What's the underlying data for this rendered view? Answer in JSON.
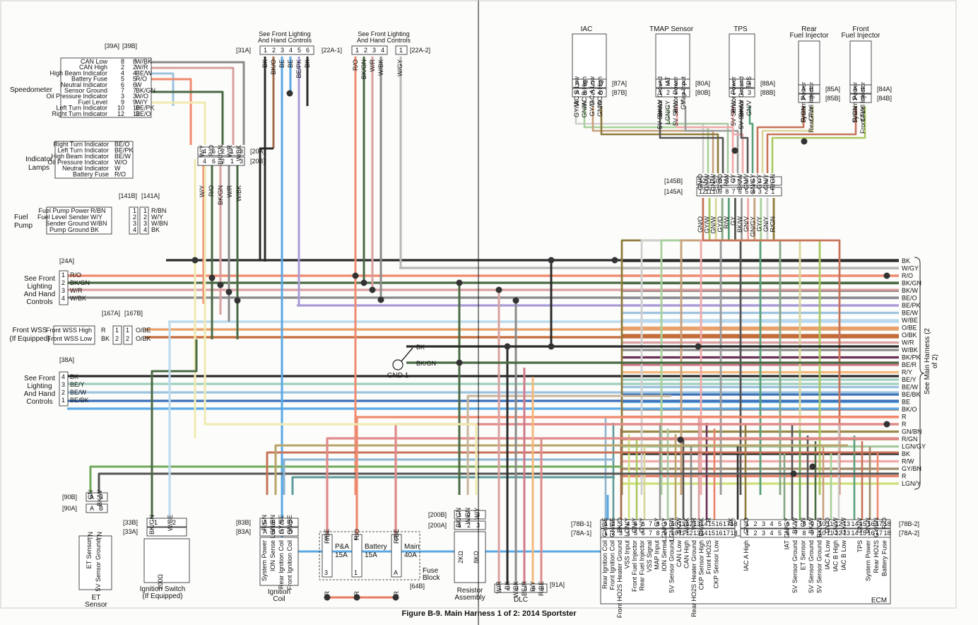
{
  "caption": "Figure B-9. Main Harness 1 of 2: 2014 Sportster",
  "right_label": "See Main Harness (2 of 2)",
  "components": {
    "speedometer": "Speedometer",
    "indicator_lamps": [
      "Indicator",
      "Lamps"
    ],
    "fuel_pump": [
      "Fuel",
      "Pump"
    ],
    "front_lighting_24a": [
      "See Front",
      "Lighting",
      "And Hand",
      "Controls"
    ],
    "front_wss": [
      "Front WSS",
      "(If Equipped)"
    ],
    "front_lighting_38a": [
      "See Front",
      "Lighting",
      "And Hand",
      "Controls"
    ],
    "et_sensor": [
      "ET",
      "Sensor"
    ],
    "ignition_switch": [
      "Ignition Switch",
      "(If Equipped)"
    ],
    "ignition_coil": [
      "Ignition",
      "Coil"
    ],
    "fuse_block": [
      "Fuse",
      "Block"
    ],
    "resistor_assembly": [
      "Resistor",
      "Assembly"
    ],
    "dlc": "DLC",
    "gnd1": "GND 1",
    "ecm": "ECM",
    "iac": "IAC",
    "tmap": "TMAP Sensor",
    "tps": "TPS",
    "rear_fuel_injector": [
      "Rear",
      "Fuel Injector"
    ],
    "front_fuel_injector": [
      "Front",
      "Fuel Injector"
    ],
    "front_lighting_top1": [
      "See Front Lighting",
      "And Hand Controls"
    ],
    "front_lighting_top2": [
      "See Front Lighting",
      "And Hand Controls"
    ]
  },
  "connectors": {
    "c39": [
      "[39A]",
      "[39B]"
    ],
    "c31a": "[31A]",
    "c22a1": "[22A-1]",
    "c22a2": "[22A-2]",
    "c20": [
      "[20A]",
      "[20B]"
    ],
    "c141": [
      "[141B]",
      "[141A]"
    ],
    "c24a": "[24A]",
    "c167": [
      "[167A]",
      "[167B]"
    ],
    "c38a": "[38A]",
    "c90": [
      "[90B]",
      "[90A]"
    ],
    "c33": [
      "[33B]",
      "[33A]"
    ],
    "c83": [
      "[83B]",
      "[83A]"
    ],
    "c64b": "[64B]",
    "c200": [
      "[200B]",
      "[200A]"
    ],
    "c91a": "[91A]",
    "c78_1": [
      "[78B-1]",
      "[78A-1]"
    ],
    "c78_2": [
      "[78B-2]",
      "[78A-2]"
    ],
    "c145": [
      "[145B]",
      "[145A]"
    ],
    "c87": [
      "[87A]",
      "[87B]"
    ],
    "c80": [
      "[80A]",
      "[80B]"
    ],
    "c88": [
      "[88A]",
      "[88B]"
    ],
    "c85": [
      "[85A]",
      "[85B]"
    ],
    "c84": [
      "[84A]",
      "[84B]"
    ]
  },
  "speedo_pins": [
    {
      "name": "CAN Low",
      "pin": "8",
      "wire": "W/BK"
    },
    {
      "name": "CAN High",
      "pin": "2",
      "wire": "W/R"
    },
    {
      "name": "High Beam Indicator",
      "pin": "4",
      "wire": "BE/W"
    },
    {
      "name": "Battery Fuse",
      "pin": "5",
      "wire": "R/O"
    },
    {
      "name": "Neutral Indicator",
      "pin": "6",
      "wire": "W"
    },
    {
      "name": "Sensor Ground",
      "pin": "7",
      "wire": "BK/GN"
    },
    {
      "name": "Oil Pressure Indicator",
      "pin": "3",
      "wire": "W/O"
    },
    {
      "name": "Fuel Level",
      "pin": "9",
      "wire": "W/Y"
    },
    {
      "name": "Left Turn Indicator",
      "pin": "10",
      "wire": "BE/PK"
    },
    {
      "name": "Right Turn Indicator",
      "pin": "12",
      "wire": "BE/O"
    }
  ],
  "indicator_pins": [
    {
      "name": "Right Turn Indicator",
      "wire": "BE/O"
    },
    {
      "name": "Left Turn Indicator",
      "wire": "BE/PK"
    },
    {
      "name": "High Beam Indicator",
      "wire": "BE/W"
    },
    {
      "name": "Oil Pressure Indicator",
      "wire": "W/O"
    },
    {
      "name": "Neutral Indicator",
      "wire": "W"
    },
    {
      "name": "Battery Fuse",
      "wire": "R/O"
    }
  ],
  "fuel_pump_pins": [
    {
      "name": "Fuel Pump Power",
      "pin": "1",
      "wire": "R/BN"
    },
    {
      "name": "Fuel Level Sender",
      "pin": "2",
      "wire": "W/Y"
    },
    {
      "name": "Sender Ground",
      "pin": "3",
      "wire": "W/BN"
    },
    {
      "name": "Pump Ground",
      "pin": "4",
      "wire": "BK"
    }
  ],
  "c24a_pins": [
    {
      "pin": "1",
      "wire": "R/O"
    },
    {
      "pin": "2",
      "wire": "BK/GN"
    },
    {
      "pin": "3",
      "wire": "W/R"
    },
    {
      "pin": "4",
      "wire": "W/BK"
    }
  ],
  "wss_pins": [
    {
      "name": "Front WSS High",
      "wire": "R",
      "pin": "1",
      "out": "O/BE"
    },
    {
      "name": "Front WSS Low",
      "wire": "BK",
      "pin": "2",
      "out": "O/BK"
    }
  ],
  "c38a_pins": [
    {
      "pin": "4",
      "wire": "BK"
    },
    {
      "pin": "3",
      "wire": "BE/Y"
    },
    {
      "pin": "2",
      "wire": "BE/W"
    },
    {
      "pin": "1",
      "wire": "BE/BK"
    }
  ],
  "c20_top": [
    "W/Y",
    "R/O",
    "BK/GN",
    "W/R",
    "W/BK"
  ],
  "c20_pins": [
    "4",
    "6",
    "2",
    "1",
    "3"
  ],
  "c31a_pins": [
    "1",
    "2",
    "3",
    "4",
    "5",
    "6"
  ],
  "c31a_wires": [
    "BK",
    "BK/O",
    "BE",
    "BE",
    "BE/PK",
    "BK"
  ],
  "c22a1_pins": [
    "1",
    "2",
    "3",
    "4"
  ],
  "c22a1_wires": [
    "R/O",
    "BK/GN",
    "W/R",
    "W/BK"
  ],
  "c22a2_pin": "1",
  "c22a2_wire": "W/GY",
  "iac_pins": [
    "IAC B Low",
    "IAC B High",
    "IAC A Low",
    "IAC A High"
  ],
  "iac_letters": [
    "A",
    "B",
    "C",
    "D"
  ],
  "iac_wires": [
    "GY/W",
    "GN/W",
    "GY/O",
    "GN/O"
  ],
  "tmap_pins": [
    "5V Sensor Ground",
    "IAT",
    "5V Sensor Power",
    "Map Input"
  ],
  "tmap_nums": [
    "1",
    "2",
    "3",
    "4"
  ],
  "tmap_wires": [
    "BK/W",
    "LGN/GY",
    "R/W",
    "GY"
  ],
  "tps_pins": [
    "5V Sensor Power",
    "5V Sensor Ground",
    "TPS"
  ],
  "tps_nums": [
    "1",
    "2",
    "3"
  ],
  "tps_wires": [
    "R/W",
    "BK/W",
    "GN/V"
  ],
  "rfi_pins": [
    "System Power",
    "Rear Fuel Injector"
  ],
  "rfi_wires": [
    "R/GN",
    "GY/Y"
  ],
  "ffi_pins": [
    "System Power",
    "Front Fuel Injector"
  ],
  "ffi_wires": [
    "R/GN",
    "GN/Y"
  ],
  "ab": [
    "A",
    "B"
  ],
  "c145_nums": [
    "12",
    "11",
    "10",
    "9",
    "8",
    "7",
    "6",
    "5",
    "4",
    "3",
    "2",
    "1"
  ],
  "c145_top": [
    "GN/O",
    "GY/W",
    "GN/W",
    "GY/O",
    "R/W",
    "GY",
    "BK/W",
    "GN/V",
    "GN/GY",
    "GY/Y",
    "GN/Y",
    "R/GN"
  ],
  "right_wires": [
    "BK",
    "W/GY",
    "R/O",
    "BK/GN",
    "BK/W",
    "BE/O",
    "BE/PK",
    "BE/W",
    "W/BE",
    "O/BE",
    "O/BK",
    "W/R",
    "W/BK",
    "BK/PK",
    "BE/R",
    "R/Y",
    "BE/Y",
    "BE/W",
    "BE/BK",
    "BE",
    "BK/O",
    "R",
    "R",
    "GN/BN",
    "R/GN",
    "LGN/GY",
    "BK",
    "R/W",
    "GY/BN",
    "R",
    "LGN/Y"
  ],
  "gnd_wires": [
    "BK",
    "BK/GN"
  ],
  "et_pins": [
    "ET Sensor",
    "5V Sensor Ground"
  ],
  "et_wires": [
    "TN",
    "TN"
  ],
  "et_top": [
    "GN",
    "BK/W"
  ],
  "ign_switch_pins": [
    "1",
    "2"
  ],
  "ign_switch_wires": [
    "BK/GN",
    "W/BE"
  ],
  "ign_switch_res": "200Ω",
  "ign_coil_pins": [
    "System Power",
    "ION Sense",
    "Rear Ignition Coil",
    "Front Ignition Coil"
  ],
  "ign_coil_wires": [
    "R/GN",
    "LGN/BN",
    "GY/BE",
    "GN/BE"
  ],
  "abcd": [
    "A",
    "B",
    "C",
    "D"
  ],
  "fuses": [
    {
      "name": "P&A",
      "amp": "15A",
      "top": "4",
      "bot": "3",
      "wire": "R/BE"
    },
    {
      "name": "Battery",
      "amp": "15A",
      "top": "2",
      "bot": "1",
      "wire": "R/O"
    },
    {
      "name": "Main",
      "amp": "40A",
      "top": "B",
      "bot": "A",
      "wire": "R/BE"
    }
  ],
  "fuse_bottom": "R",
  "resistor_wires": [
    "BK/GN",
    "W/BN",
    "W/Y"
  ],
  "resistor_pins": [
    "1",
    "2",
    "3"
  ],
  "resistor_vals": [
    "2KΩ",
    "8KΩ"
  ],
  "dlc_pins": [
    "1",
    "2",
    "3",
    "4",
    "5",
    "6"
  ],
  "dlc_wires": [
    "W/R",
    "BK",
    "W/BK",
    "BE/R",
    "R/Y",
    "R/BE"
  ],
  "ecm1_nums": [
    "1",
    "2",
    "3",
    "4",
    "5",
    "6",
    "7",
    "8",
    "9",
    "10",
    "11",
    "12",
    "13",
    "14",
    "15",
    "16",
    "17",
    "18"
  ],
  "ecm1_wires": [
    "GY/BE",
    "GN/BE",
    "BK/O",
    "LGN/Y",
    "GN/Y",
    "GY/Y",
    "",
    "GY",
    "LGN/GY",
    "LGN/BN",
    "BK/W",
    "W/BK",
    "W/R",
    "BK/PK",
    "R",
    "",
    "",
    "BK"
  ],
  "ecm1_pins": [
    "Rear Ignition Coil",
    "Front Ignition Coil",
    "Front HO2S Heater Ground",
    "VSS Input",
    "Front Fuel Injector",
    "Rear Fuel Injector",
    "VSS Signal",
    "MAP Input",
    "ION Sense",
    "5V Sensor Ground",
    "CAN Low",
    "CAN High",
    "Rear HO2S Heater Ground",
    "CKP Sensor High",
    "Front HO2S",
    "CKP Sensor Low",
    "",
    ""
  ],
  "ecm2_nums": [
    "1",
    "2",
    "3",
    "4",
    "5",
    "6",
    "7",
    "8",
    "9",
    "10",
    "11",
    "12",
    "13",
    "14",
    "15",
    "16",
    "17",
    "18"
  ],
  "ecm2_wires": [
    "GN/O",
    "",
    "",
    "",
    "",
    "GN/GY",
    "BK/W",
    "GN",
    "BK/W",
    "BK/GN",
    "GY/O",
    "GN/W",
    "GY/W",
    "",
    "GN/V",
    "R/GN",
    "GY/BN",
    "R/O"
  ],
  "ecm2_pins": [
    "IAC A High",
    "",
    "",
    "",
    "",
    "IAT",
    "5V Sensor Ground",
    "ET Sensor",
    "5V Sensor Ground",
    "5V Sensor Ground",
    "IAC A Low",
    "IAC B High",
    "IAC B Low",
    "",
    "TPS",
    "System Power",
    "Rear HO2S",
    "Battery Fuse"
  ]
}
